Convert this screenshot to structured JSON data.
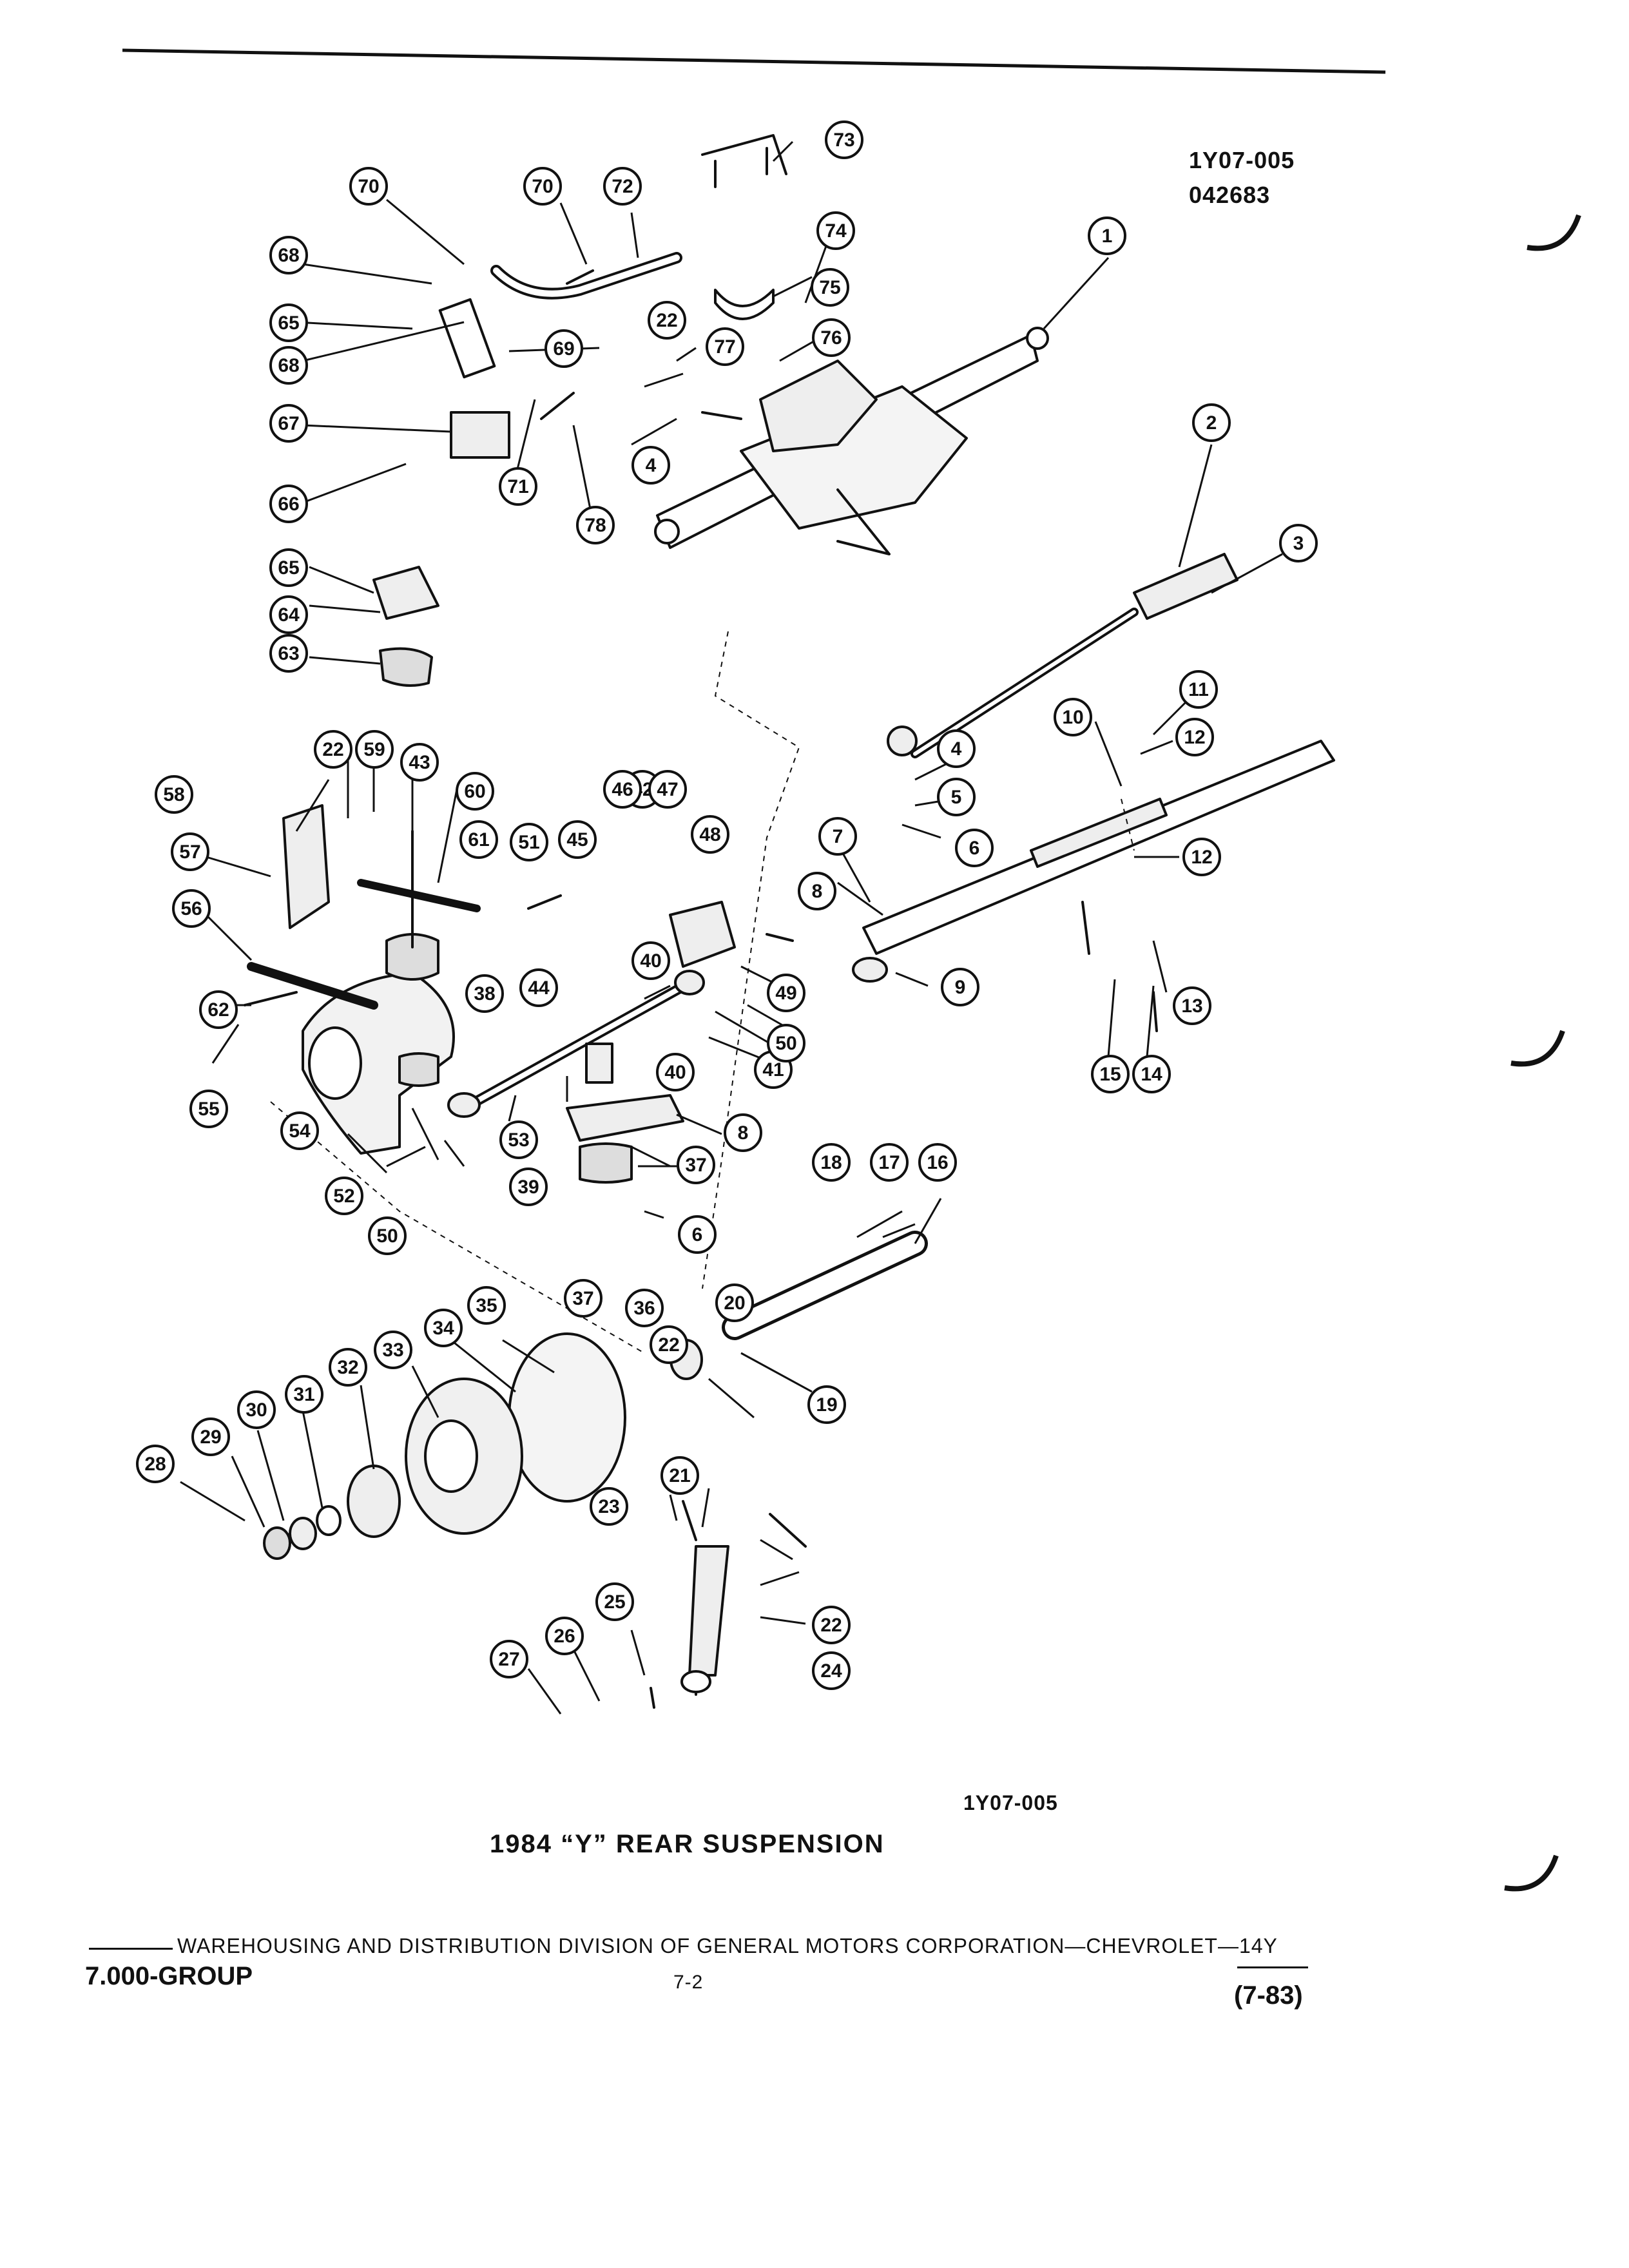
{
  "header": {
    "code_top": "1Y07-005",
    "date_code": "042683"
  },
  "figure": {
    "code_bottom": "1Y07-005",
    "caption": "1984 “Y” REAR SUSPENSION"
  },
  "callouts": [
    "1",
    "2",
    "3",
    "4",
    "4",
    "5",
    "6",
    "6",
    "7",
    "8",
    "8",
    "9",
    "10",
    "11",
    "12",
    "12",
    "13",
    "14",
    "15",
    "16",
    "17",
    "18",
    "19",
    "20",
    "21",
    "22",
    "22",
    "22",
    "22",
    "23",
    "24",
    "25",
    "26",
    "27",
    "28",
    "29",
    "30",
    "31",
    "32",
    "33",
    "34",
    "35",
    "36",
    "37",
    "37",
    "38",
    "39",
    "40",
    "40",
    "41",
    "42",
    "43",
    "44",
    "45",
    "46",
    "47",
    "48",
    "49",
    "50",
    "50",
    "51",
    "52",
    "53",
    "54",
    "55",
    "56",
    "57",
    "58",
    "59",
    "60",
    "61",
    "62",
    "63",
    "64",
    "65",
    "65",
    "66",
    "67",
    "68",
    "68",
    "69",
    "70",
    "70",
    "71",
    "72",
    "73",
    "74",
    "75",
    "76",
    "77",
    "78"
  ],
  "footer": {
    "division": "WAREHOUSING AND DISTRIBUTION  DIVISION OF GENERAL MOTORS CORPORATION—CHEVROLET—14Y",
    "group": "7.000-GROUP",
    "page": "7-2",
    "revision": "(7-83)"
  }
}
